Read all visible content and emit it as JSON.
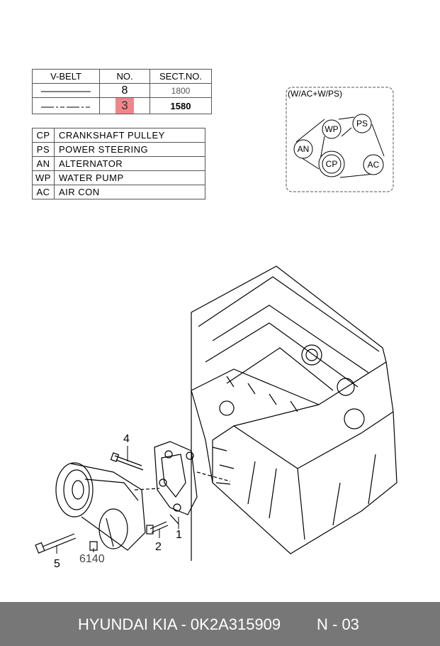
{
  "vbelt_table": {
    "headers": [
      "V-BELT",
      "NO.",
      "SECT.NO."
    ],
    "rows": [
      {
        "no": "8",
        "sect": "1800"
      },
      {
        "no": "3",
        "sect": "1580"
      }
    ]
  },
  "legend": [
    {
      "code": "CP",
      "desc": "CRANKSHAFT  PULLEY"
    },
    {
      "code": "PS",
      "desc": "POWER  STEERING"
    },
    {
      "code": "AN",
      "desc": "ALTERNATOR"
    },
    {
      "code": "WP",
      "desc": "WATER  PUMP"
    },
    {
      "code": "AC",
      "desc": "AIR  CON"
    }
  ],
  "belt_diagram": {
    "title": "(W/AC+W/PS)",
    "pulleys": [
      "WP",
      "PS",
      "AN",
      "CP",
      "AC"
    ]
  },
  "callouts": [
    "4",
    "2",
    "1",
    "5",
    "6140"
  ],
  "footer": {
    "part": "HYUNDAI  KIA - 0K2A315909",
    "page": "N - 03"
  }
}
